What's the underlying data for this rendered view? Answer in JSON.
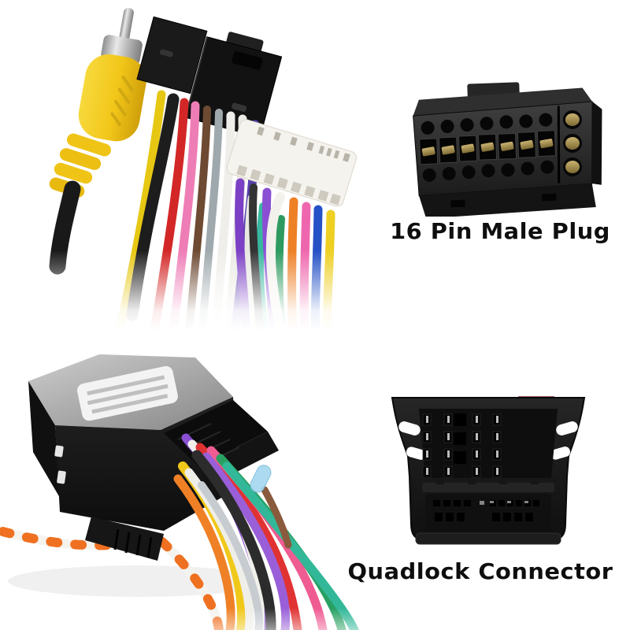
{
  "page": {
    "background": "#ffffff",
    "text_color": "#0e0e0e",
    "description": "car stereo wiring harness adapter product collage"
  },
  "captions": {
    "male_plug": "16 Pin Male Plug",
    "quadlock": "Quadlock Connector"
  },
  "rca": {
    "plug_color": "#f2c619",
    "plug_shadow": "#d9a90e",
    "tip_color": "#c9c9c9",
    "cable_color": "#191919"
  },
  "harness": {
    "iso_connector_color": "#1a1a1a",
    "iso_connector_dark": "#121212",
    "white_connector_color": "#f5f3ee",
    "iso_wires": [
      "#e6c713",
      "#1d1d1d",
      "#d32727",
      "#ee7db6",
      "#6e4a33",
      "#9fa9ad",
      "#efeeea",
      "#ebeae5",
      "#5a40ad"
    ],
    "white_wires": [
      "#7b40c4",
      "#333333",
      "#8a4fd2",
      "#f2f1ec",
      "#ee8026",
      "#ee67ae",
      "#2451c6",
      "#eecf22",
      "#e9e8e3",
      "#38b89e",
      "#c9cfc9",
      "#2d9a60"
    ]
  },
  "male_plug": {
    "body_color": "#2c2c2c",
    "face_dark": "#1a1a1a",
    "contact_color": "#a8914f",
    "hole_color": "#070707"
  },
  "quadlock_box": {
    "top_color": "#c6c6c6",
    "top_dark": "#8d8d8d",
    "front_color": "#141414",
    "label_color": "#f3f3f3",
    "label_line_color": "#b5b5b5",
    "clip_color": "#e6e6e6",
    "crimp_color": "#a5d8f0",
    "wires": [
      "#8a4fd2",
      "#f1f0eb",
      "#e03232",
      "#ef5c92",
      "#9a5fd8",
      "#28a062",
      "#32b898",
      "#2c2c2c",
      "#f0c81a",
      "#efeee9",
      "#ef8026",
      "#c7ccd1",
      "#f4f3ee",
      "#ef7020",
      "#8a5a3c"
    ]
  },
  "quadlock_plug": {
    "body_color": "#1c1c1c",
    "recess_color": "#0e0e0e",
    "pin_glint": "#cfcfcf",
    "notch_color": "#ffffff"
  }
}
